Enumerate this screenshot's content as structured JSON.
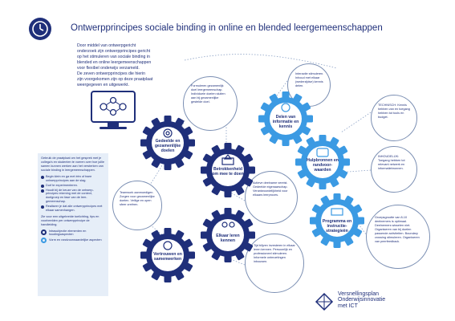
{
  "title": "Ontwerpprincipes sociale binding in online en blended leergemeenschappen",
  "intro_lines": [
    "Door middel van ontwerpgericht",
    "onderzoek zijn ontwerpprincipes gericht",
    "op het stimuleren van sociale binding in",
    "blended en online leergemeenschappen",
    "voor flexibel onderwijs verzameld.",
    "De zeven ontwerpprincipes die hierin",
    "zijn voorgekomen zijn op deze praatplaat",
    "weergegeven en uitgewerkt."
  ],
  "card": {
    "intro": "Gebruik de praatplaat om het gesprek met je collega's en studenten te voeren over hoe jullie samen kunnen werken aan het versterken van sociale binding in leergemeenschappen.",
    "items": [
      "Begin klein en ga met één of twee ontwerpprincipes aan de slag.",
      "Durf te experimenteren.",
      "Houdt bij de keuze van de ontwerp-principes rekening met de context, doelgroep en fase van de leer-gemeenschap.",
      "Realiseer je dat alle ontwerpprincipes met elkaar samenhangen."
    ],
    "footer": "Zie voor een uitgebreide toelichting, tips en voorbeelden per ontwerpprincipe de handleiding.",
    "legend": [
      "Intrasubjectie elementen en houdingsaspecten",
      "Vorm en randvoorwaardelijke aspecten"
    ]
  },
  "gears": [
    {
      "label": "Gedeelde en gezamenlijke doelen"
    },
    {
      "label": "Betrokkenheid om mee te doen"
    },
    {
      "label": "Delen van informatie en kennis"
    },
    {
      "label": "Hulpbronnen en randvoor-waarden"
    },
    {
      "label": "Vertrouwen en samenwerken"
    },
    {
      "label": "Elkaar leren kennen"
    },
    {
      "label": "Programma en instructie-strategieën"
    }
  ],
  "bubbles": [
    {
      "text": "Formuleren gezamenlijk doel leergemeenschap. Individuele doelen sluiten aan bij gezamenlijke gestelde doel."
    },
    {
      "text": "Interactie stimuleren. Inhoud met elkaar (wederzijdse) kennis delen."
    },
    {
      "text": "TECHNISCH: Kennis hebben van en toegang hebben tot tools en budget."
    },
    {
      "text": "INHOUDELIJK: Toegang hebben tot relevant netwerk en informatiebronnen."
    },
    {
      "text": "Teamwork aanmoedigen. Zorgen voor gezamenlijke doelen. Veilige en open sfeer creëren."
    },
    {
      "text": "Actieve deelname vereist. Gedeelde eigenaarschap. Verantwoordelijkheid voor elkaars leerproces."
    },
    {
      "text": "Tijd blijven investeren in elkaar leren kennen. Persoonlijk en professioneel stimuleren. Informele ontmoetingen inbouwen."
    },
    {
      "text": "Groepsgrootte van 8-10 deelnemers is optimaal. Deelnemers wisselen niet. Organiseren van bij doelen passende activiteiten. Boundary crossing stimuleren. Organiseren van peerfeedback."
    }
  ],
  "logo": {
    "line1": "Versnellingsplan",
    "line2": "Onderwijsinnovatie",
    "line3": "met ICT"
  },
  "colors": {
    "navy": "#1f2f7a",
    "light_blue": "#3b9ae3"
  }
}
